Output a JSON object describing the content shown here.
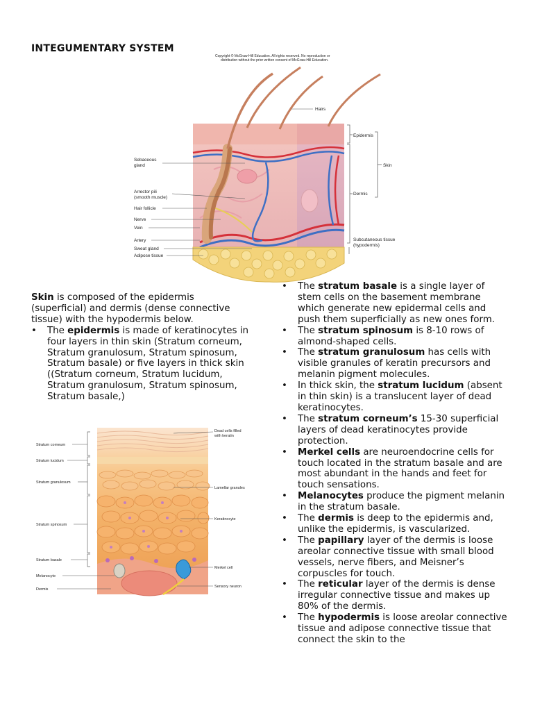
{
  "title": "INTEGUMENTARY SYSTEM",
  "figure1": {
    "copyright": [
      "Copyright © McGraw-Hill Education.  All rights reserved. No reproduction or",
      "distribution without the prior written consent of McGraw-Hill Education."
    ],
    "labels": {
      "hairs": "Hairs",
      "epidermis": "Epidermis",
      "skin": "Skin",
      "dermis": "Dermis",
      "subcutaneous": [
        "Subcutaneous tissue",
        "(hypodermis)"
      ],
      "sebaceous": [
        "Sebaceous",
        "gland"
      ],
      "arrector": [
        "Arrector pili",
        "(smooth muscle)"
      ],
      "hair_follicle": "Hair follicle",
      "nerve": "Nerve",
      "vein": "Vein",
      "artery": "Artery",
      "sweat_gland": "Sweat gland",
      "adipose": "Adipose tissue"
    }
  },
  "figure2": {
    "labels": {
      "dead_cells": [
        "Dead cells filled",
        "with keratin"
      ],
      "corneum": "Stratum corneum",
      "lucidum": "Stratum lucidum",
      "granulosum": "Stratum granulosum",
      "lamellar": "Lamellar granules",
      "spinosum": "Stratum spinosum",
      "keratinocyte": "Keratinocyte",
      "basale": "Stratum basale",
      "merkel": "Merkel cell",
      "melanocyte": "Melanocyte",
      "sensory": "Sensory neuron",
      "dermis": "Dermis"
    }
  },
  "left": {
    "intro": {
      "bold": "Skin",
      "rest": " is composed of the epidermis (superficial) and dermis (dense connective tissue) with the hypodermis below."
    },
    "bullets": [
      {
        "pre": "The ",
        "bold": "epidermis",
        "post": " is made of keratinocytes in four layers in thin skin (Stratum corneum, Stratum granulosum, Stratum spinosum, Stratum basale) or five layers in thick skin ((Stratum corneum, Stratum lucidum, Stratum granulosum, Stratum spinosum, Stratum basale,)"
      }
    ]
  },
  "right": {
    "bullets": [
      {
        "pre": "The ",
        "bold": "stratum basale",
        "post": " is a single layer of stem cells on the basement membrane which generate new epidermal cells and push them superficially as new ones form."
      },
      {
        "pre": "The ",
        "bold": "stratum spinosum",
        "post": " is 8-10 rows of almond-shaped cells."
      },
      {
        "pre": "The ",
        "bold": "stratum granulosum",
        "post": " has cells with visible granules of keratin precursors and melanin pigment molecules."
      },
      {
        "pre": "In thick skin, the ",
        "bold": "stratum lucidum",
        "post": " (absent in thin skin) is a translucent layer of dead keratinocytes."
      },
      {
        "pre": "The ",
        "bold": "stratum corneum’s",
        "post": " 15-30 superficial layers of dead keratinocytes provide protection."
      },
      {
        "pre": "",
        "bold": "Merkel cells",
        "post": " are neuroendocrine cells for touch located in the stratum basale and are most abundant in the hands and feet for touch sensations."
      },
      {
        "pre": "",
        "bold": "Melanocytes",
        "post": " produce the pigment melanin in the stratum basale."
      },
      {
        "pre": "The ",
        "bold": "dermis",
        "post": " is deep to the epidermis and, unlike the epidermis, is vascularized."
      },
      {
        "pre": "The ",
        "bold": "papillary",
        "post": " layer of the dermis is loose areolar connective tissue with small blood vessels, nerve fibers, and Meisner’s corpuscles for touch."
      },
      {
        "pre": "The ",
        "bold": "reticular",
        "post": " layer of the dermis is dense irregular connective tissue and makes up 80% of the dermis."
      },
      {
        "pre": "The ",
        "bold": "hypodermis",
        "post": " is loose areolar connective tissue and adipose connective tissue that connect the skin to the"
      }
    ]
  }
}
